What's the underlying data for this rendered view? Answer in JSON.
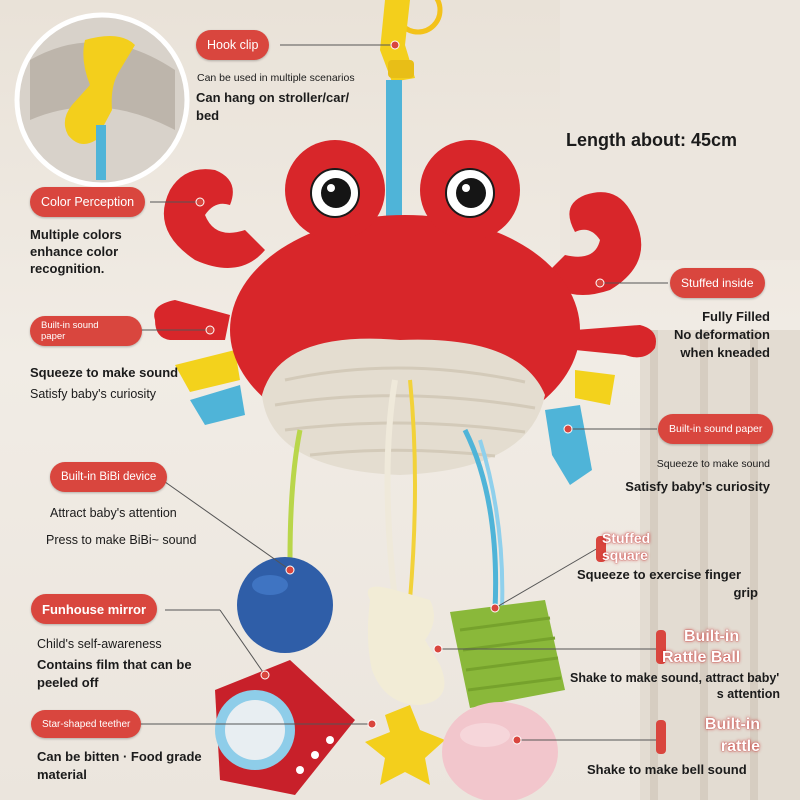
{
  "title": "Length about: 45cm",
  "callouts": {
    "hook_clip": {
      "label": "Hook clip",
      "line1": "Can be used in multiple scenarios",
      "line2": "Can hang on stroller/car/",
      "line3": "bed"
    },
    "color": {
      "label": "Color Perception",
      "line1": "Multiple colors",
      "line2": "enhance color",
      "line3": "recognition."
    },
    "sound_paper_left": {
      "label1": "Built-in sound",
      "label2": "paper",
      "line1": "Squeeze to make sound",
      "line2": "Satisfy baby's curiosity"
    },
    "bibi": {
      "label": "Built-in BiBi device",
      "line1": "Attract baby's attention",
      "line2": "Press to make BiBi~ sound"
    },
    "mirror": {
      "label": "Funhouse mirror",
      "line1": "Child's self-awareness",
      "line2": "Contains film that can be",
      "line3": "peeled off"
    },
    "teether": {
      "label": "Star-shaped teether",
      "line1": "Can be bitten · Food grade",
      "line2": "material"
    },
    "stuffed": {
      "label": "Stuffed inside",
      "line1": "Fully Filled",
      "line2": "No deformation",
      "line3": "when kneaded"
    },
    "sound_paper_right": {
      "label": "Built-in sound paper",
      "line1": "Squeeze to make sound",
      "line2": "Satisfy baby's curiosity"
    },
    "square": {
      "label1": "Stuffed",
      "label2": "square",
      "line1": "Squeeze to exercise finger",
      "line2": "grip"
    },
    "rattle_ball": {
      "label1": "Built-in",
      "label2": "Rattle Ball",
      "line1": "Shake to make sound, attract baby'",
      "line2": "s attention"
    },
    "rattle": {
      "label1": "Built-in",
      "label2": "rattle",
      "line1": "Shake to make bell sound"
    }
  },
  "colors": {
    "accent": "#d9463e",
    "crab_red": "#d8262a",
    "belly": "#e4ddd0",
    "blue_ball": "#2f5ea8",
    "green_square": "#8ab83a",
    "clip_yellow": "#f3cf1c",
    "ribbon_blue": "#4fb4d8"
  }
}
